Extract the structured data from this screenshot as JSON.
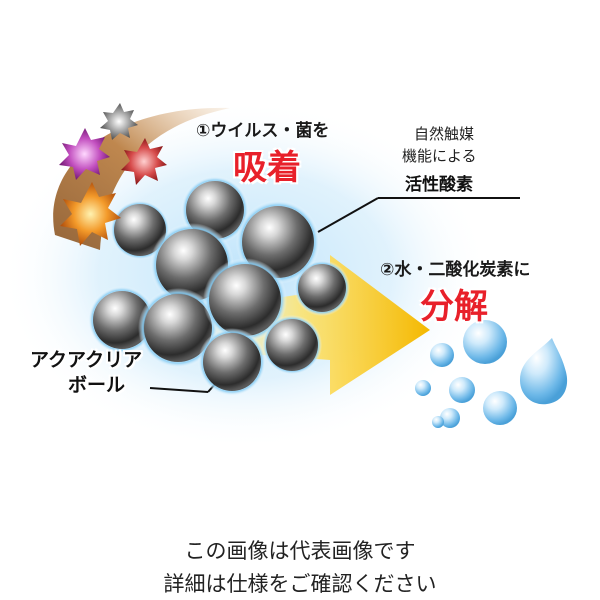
{
  "step1": {
    "line": "①ウイルス・菌を",
    "action": "吸着"
  },
  "catalyst": {
    "line1": "自然触媒",
    "line2": "機能による",
    "line3": "活性酸素"
  },
  "step2": {
    "line": "②水・二酸化炭素に",
    "action": "分解"
  },
  "ball_label": {
    "line1": "アクアクリア",
    "line2": "ボール"
  },
  "footer": {
    "line1": "この画像は代表画像です",
    "line2": "詳細は仕様をご確認ください"
  },
  "colors": {
    "accent_red": "#e8202a",
    "arrow_yellow": "#f7c600",
    "swoosh_brown": "#a5652a",
    "water_blue": "#7cc3ee",
    "glow_blue": "#bfe4fb"
  },
  "icons": [
    "virus-icon",
    "ball-icon",
    "water-droplet-icon",
    "arrow-icon"
  ]
}
